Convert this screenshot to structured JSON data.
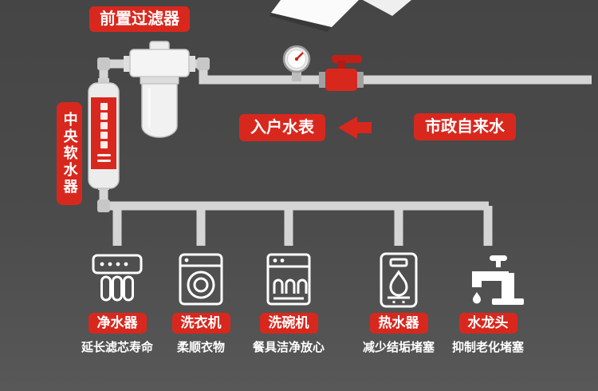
{
  "colors": {
    "background": "#4a4a4a",
    "accent_red": "#d8281e",
    "pipe_gray": "#d5d5d5",
    "icon_white": "#ffffff"
  },
  "labels": {
    "prefilter": "前置过滤器",
    "softener": "中央软水器",
    "meter": "入户水表",
    "source": "市政自来水"
  },
  "appliances": [
    {
      "name": "净水器",
      "desc": "延长滤芯寿命",
      "icon": "water-purifier-icon"
    },
    {
      "name": "洗衣机",
      "desc": "柔顺衣物",
      "icon": "washing-machine-icon"
    },
    {
      "name": "洗碗机",
      "desc": "餐具洁净放心",
      "icon": "dishwasher-icon"
    },
    {
      "name": "热水器",
      "desc": "减少结垢堵塞",
      "icon": "water-heater-icon"
    },
    {
      "name": "水龙头",
      "desc": "抑制老化堵塞",
      "icon": "faucet-icon"
    }
  ],
  "devices": {
    "prefilter_device": "pre-filter-unit",
    "softener_device": "water-softener-unit",
    "gauge": "pressure-gauge-icon",
    "valve": "shutoff-valve-icon",
    "flow_arrow": "left-arrow-icon",
    "package": "package-box-graphic"
  }
}
